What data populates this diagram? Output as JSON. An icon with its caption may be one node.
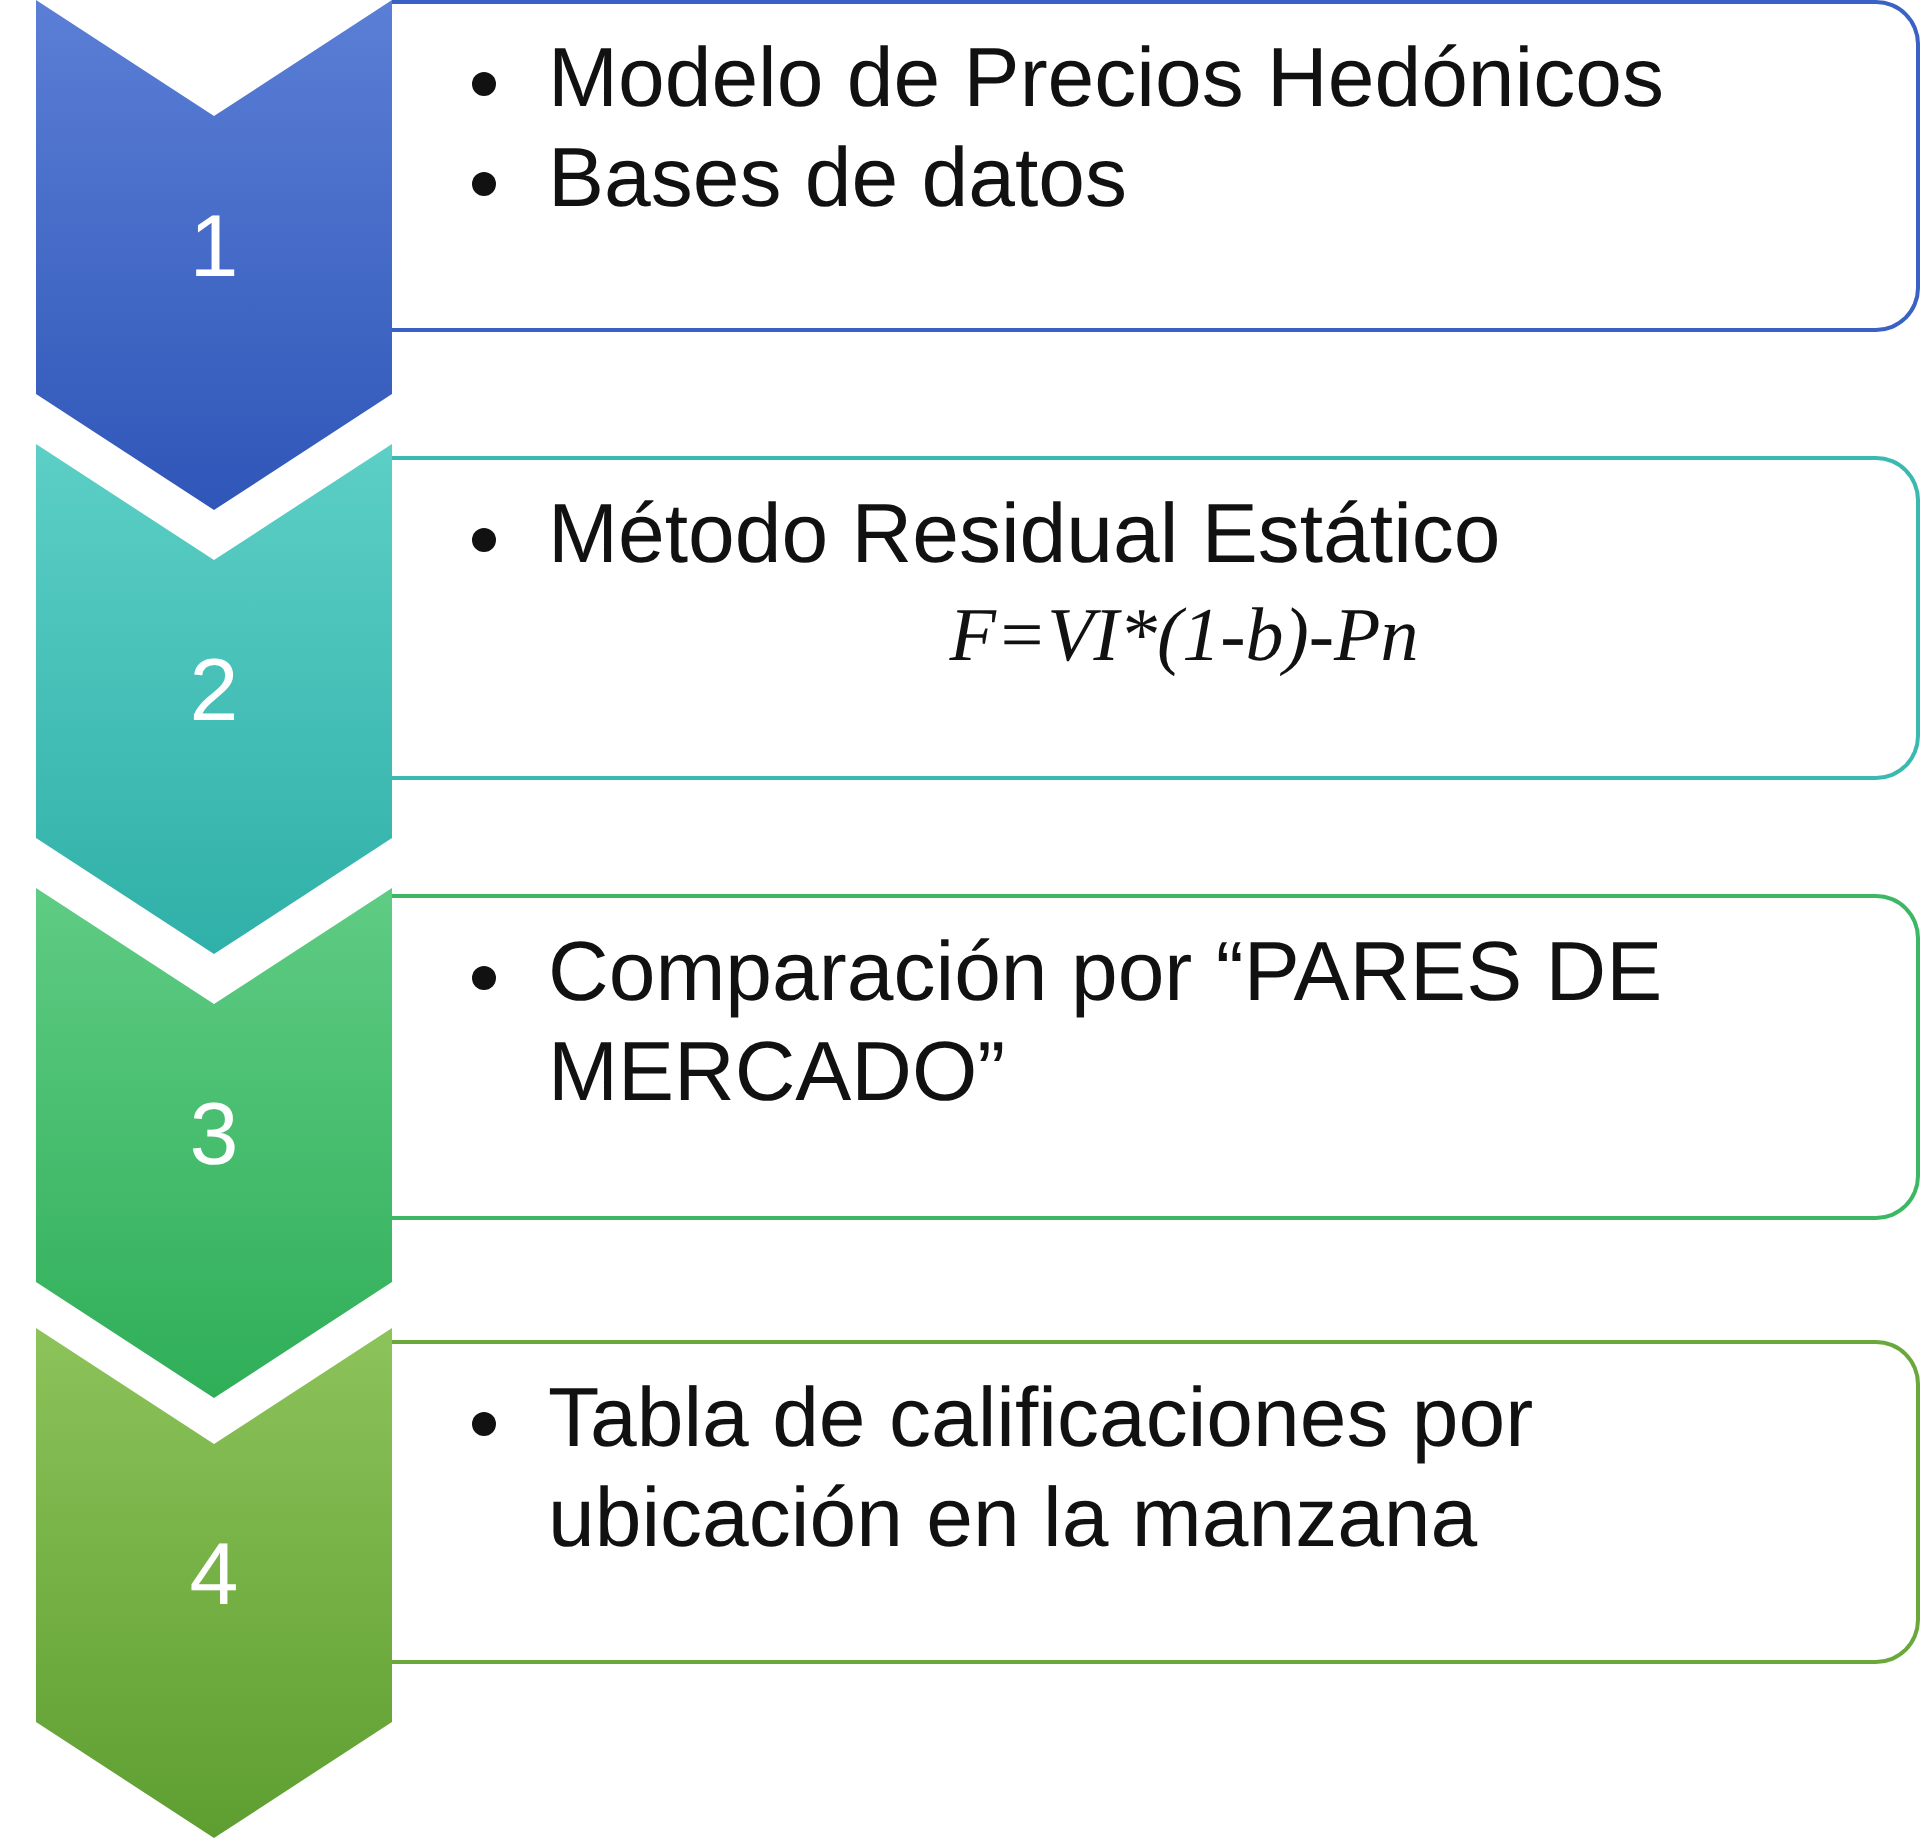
{
  "diagram": {
    "nodes": [
      {
        "text": [
          "1"
        ]
      },
      {
        "text": [
          "Modelo de Precios Hedónicos",
          "Bases de datos"
        ]
      },
      {
        "text": [
          "2"
        ]
      },
      {
        "text": [
          "Método Residual Estático",
          "F=VI*(1-b)-Pn"
        ]
      },
      {
        "text": [
          "3"
        ]
      },
      {
        "text": [
          "Comparación por “PARES DE MERCADO”"
        ]
      },
      {
        "text": [
          "4"
        ]
      },
      {
        "text": [
          "Tabla de calificaciones por ubicación en la manzana"
        ]
      }
    ]
  }
}
